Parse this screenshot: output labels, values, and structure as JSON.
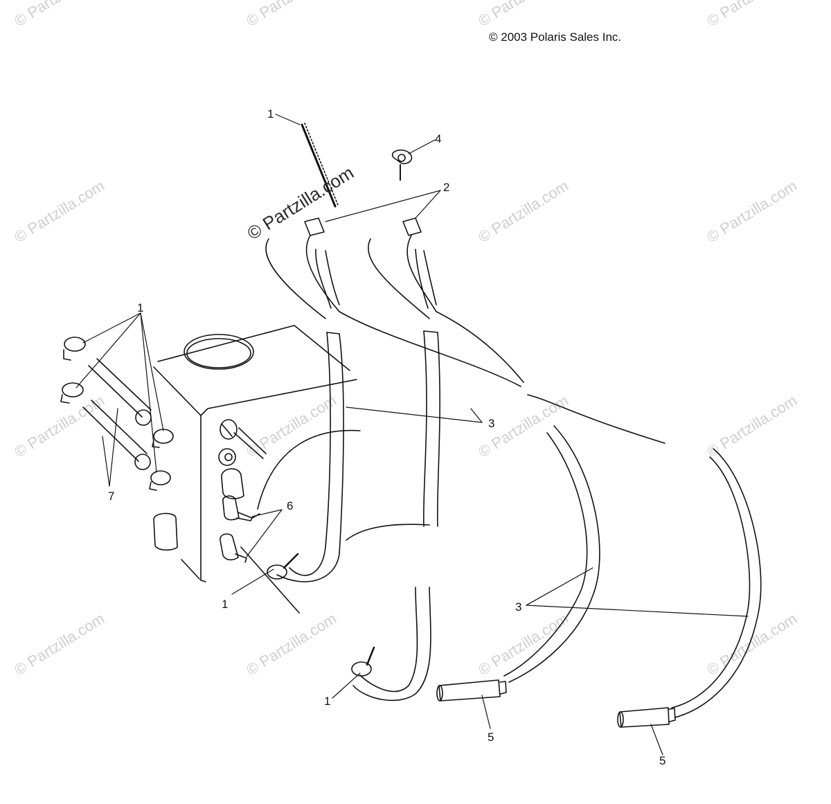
{
  "copyright": "© 2003 Polaris Sales Inc.",
  "watermark": "© Partzilla.com",
  "callouts": {
    "c1_top": "1",
    "c1_left": "1",
    "c1_mid": "1",
    "c1_bottom": "1",
    "c2": "2",
    "c3_mid": "3",
    "c3_right": "3",
    "c4": "4",
    "c5_left": "5",
    "c5_right": "5",
    "c6": "6",
    "c7": "7"
  },
  "colors": {
    "line": "#111111",
    "watermark": "#cfcfcf"
  }
}
